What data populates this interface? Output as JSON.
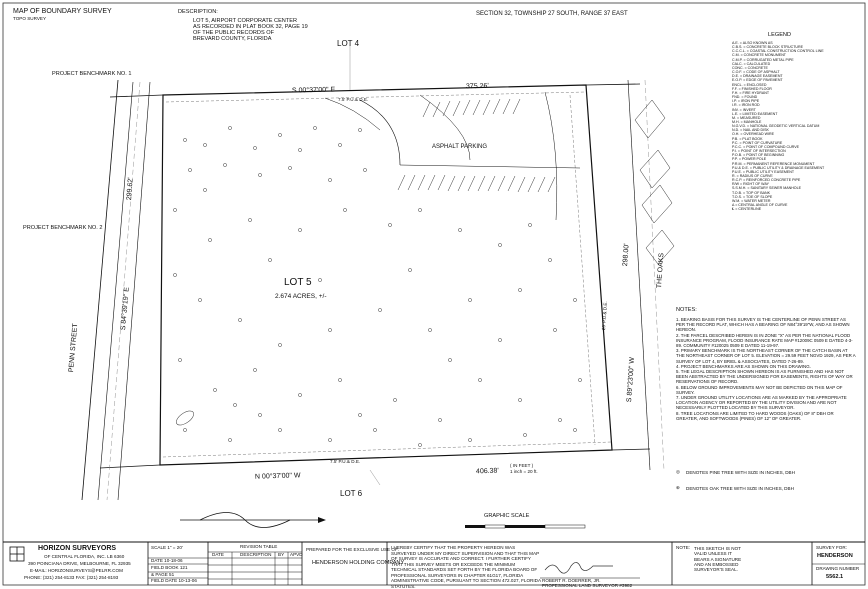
{
  "header": {
    "title": "MAP OF BOUNDARY SURVEY",
    "subtitle": "TOPO SURVEY",
    "description_label": "DESCRIPTION:",
    "description_lines": [
      "LOT 5, AIRPORT CORPORATE CENTER",
      "AS RECORDED IN PLAT BOOK 32, PAGE 19",
      "OF THE PUBLIC RECORDS OF",
      "BREVARD COUNTY, FLORIDA"
    ],
    "section": "SECTION 32, TOWNSHIP 27 SOUTH, RANGE 37 EAST"
  },
  "map": {
    "lot_north": "LOT 4",
    "lot_south": "LOT 6",
    "lot_main": "LOT 5",
    "acres": "2.674 ACRES, +/-",
    "parking": "ASPHALT PARKING",
    "street_west": "PENN STREET",
    "street_east": "THE OAKS",
    "bench1": "PROJECT BENCHMARK NO. 1",
    "bench2": "PROJECT BENCHMARK NO. 2",
    "north_bearing": "S 00°37'00\" E",
    "north_dist": "375.26'",
    "south_bearing": "N 00°37'00\" W",
    "south_dist": "406.38'",
    "west_bearing": "S 84°39'19\" E",
    "west_dist": "299.62'",
    "east_bearing": "S 89°23'00\" W",
    "east_dist": "298.00'",
    "esmt_north": "7.5' P.U.& D.E.",
    "esmt_south": "7.5' P.U.& D.E.",
    "esmt_east": "20' P.U.& D.E.",
    "graphic_scale": "GRAPHIC SCALE",
    "scale_unit": "( IN FEET )",
    "scale_ratio": "1 inch = 20 ft."
  },
  "legend": {
    "title": "LEGEND",
    "items": [
      "A.E. = ALSO KNOWN AS",
      "C.B.S. = CONCRETE BLOCK STRUCTURE",
      "C.C.C.L. = COASTAL CONSTRUCTION CONTROL LINE",
      "C.M. = CONCRETE MONUMENT",
      "C.M.P. = CORRUGATED METAL PIPE",
      "CALC. = CALCULATED",
      "CONC. = CONCRETE",
      "C.O.F. = CODE OF ASPHALT",
      "D.E. = DRAINAGE EASEMENT",
      "E.O.P. = EDGE OF PAVEMENT",
      "ENCL. = ENCLOSED",
      "F.F. = FINISHED FLOOR",
      "F.H. = FIRE HYDRANT",
      "FND. = FOUND",
      "I.P. = IRON PIPE",
      "I.R. = IRON ROD",
      "INV. = INVERT",
      "L.E. = LIMITED EASEMENT",
      "M. = MEASURED",
      "M.H. = MANHOLE",
      "N.G.V.D. = NATIONAL GEODETIC VERTICAL DATUM",
      "N.D. = NAIL AND DISK",
      "O.H. = OVERHEAD WIRE",
      "P.B. = PLAT BOOK",
      "P.C. = POINT OF CURVATURE",
      "P.C.C. = POINT OF COMPOUND CURVE",
      "P.I. = POINT OF INTERSECTION",
      "P.O.B. = POINT OF BEGINNING",
      "P.P. = POWER POLE",
      "P.R.M. = PERMANENT REFERENCE MONUMENT",
      "P.U.& D.E. = PUBLIC UTILITY & DRAINAGE EASEMENT",
      "P.U.E. = PUBLIC UTILITY EASEMENT",
      "R. = RADIUS OF CURVE",
      "R.C.P. = REINFORCED CONCRETE PIPE",
      "R/W = RIGHT OF WAY",
      "S.S.M.H. = SANITARY SEWER MANHOLE",
      "T.O.B. = TOP OF BANK",
      "T.O.S. = TOE OF SLOPE",
      "W.M. = WATER METER",
      "Δ = CENTRAL ANGLE OF CURVE",
      "℄ = CENTERLINE"
    ]
  },
  "notes": {
    "title": "NOTES:",
    "items": [
      "1.  BEARING BASIS FOR THIS SURVEY IS THE CENTERLINE OF PENN STREET AS PER THE RECORD PLAT, WHICH HAS A BEARING OF N84°39'19\"W, AND AS SHOWN HEREON.",
      "2.  THE PARCEL DESCRIBED HEREIN IS IN ZONE \"X\" AS PER THE NATIONAL FLOOD INSURANCE PROGRAM, FLOOD INSURANCE RATE MAP #12009C 0509 E DATED 4-3-89. COMMUNITY #120025 0509 E DATED 11-19-97.",
      "3.  PRIMARY BENCHMARK IS THE NORTHEAST CORNER OF THE CATCH BASIN AT THE NORTHEAST CORNER OF LOT 5. ELEVATION = 29.59 FEET NGVD 1929, AS PER A SURVEY OF LOT 4, BY BRIEL & ASSOCIATES, DATED 7-26-89.",
      "4.  PROJECT BENCHMARKS ARE AS SHOWN ON THIS DRAWING.",
      "5.  THE LEGAL DESCRIPTION SHOWN HEREON IS AS FURNISHED AND HAS NOT BEEN ABSTRACTED BY THE UNDERSIGNED FOR EASEMENTS, RIGHTS OF WAY OR RESERVATIONS OF RECORD.",
      "6.  BELOW GROUND IMPROVEMENTS MAY NOT BE DEPICTED ON THIS MAP OF SURVEY.",
      "7.  UNDER GROUND UTILITY LOCATIONS ARE AS MARKED BY THE APPROPRIATE LOCATION AGENCY OR REPORTED BY THE UTILITY DIVISION AND ARE NOT NECESSARILY PLOTTED LOCATED BY THIS SURVEYOR.",
      "8.  TREE LOCATIONS ARE LIMITED TO HARD WOODS (OAKS) OF 8\" DBH OR GREATER, AND SOFTWOODS (PINES) OF 12\" OF GREATER."
    ],
    "pine": "DENOTES PINE TREE WITH SIZE IN INCHES, DBH",
    "oak": "DENOTES OAK TREE WITH SIZE IN INCHES, DBH"
  },
  "titleblock": {
    "company": "HORIZON SURVEYORS",
    "company2": "OF CENTRAL FLORIDA, INC.    LB 6360",
    "address": "390 POINCIANA DRIVE, MELBOURNE, FL 32935",
    "email": "E-MAIL:  HORIZONSURVEYS@PELRR.COM",
    "phone": "PHONE:  (321) 254-8133    FAX:  (321) 254-8193",
    "scale": "SCALE   1\" = 20'",
    "date": "DATE   10-18-06",
    "field_book": "FIELD BOOK   121",
    "page": "& PAGE   51",
    "field_date": "FIELD DATE   10-13-06",
    "revision_title": "REVISION TABLE",
    "rev_cols": [
      "DATE",
      "DESCRIPTION",
      "BY",
      "APVD"
    ],
    "prepared": "PREPARED FOR THE EXCLUSIVE USE OF:",
    "client": "HENDERSON HOLDING COMPANY",
    "certify": "I HEREBY CERTIFY THAT THE PROPERTY HEREON WAS SURVEYED UNDER MY DIRECT SUPERVISION AND THAT THIS MAP OF SURVEY IS ACCURATE AND CORRECT. I FURTHER CERTIFY THAT THIS SURVEY MEETS OR EXCEEDS THE MINIMUM TECHNICAL STANDARDS SET FORTH BY THE FLORIDA BOARD OF PROFESSIONAL SURVEYORS IN CHAPTER 61G17, FLORIDA ADMINISTRATIVE CODE, PURSUANT TO SECTION 472.027, FLORIDA STATUTES.",
    "surveyor": "ROBERT R. DOERRER, JR.",
    "surveyor2": "PROFESSIONAL LAND SURVEYOR #3982",
    "note_label": "NOTE:",
    "note": "THIS SKETCH IS NOT VALID UNLESS IT BEARS A SIGNATURE AND AN EMBOSSED SURVEYOR'S SEAL.",
    "survey_for_label": "SURVEY FOR:",
    "survey_for": "HENDERSON",
    "drawing_label": "DRAWING NUMBER",
    "drawing": "5562.1"
  }
}
